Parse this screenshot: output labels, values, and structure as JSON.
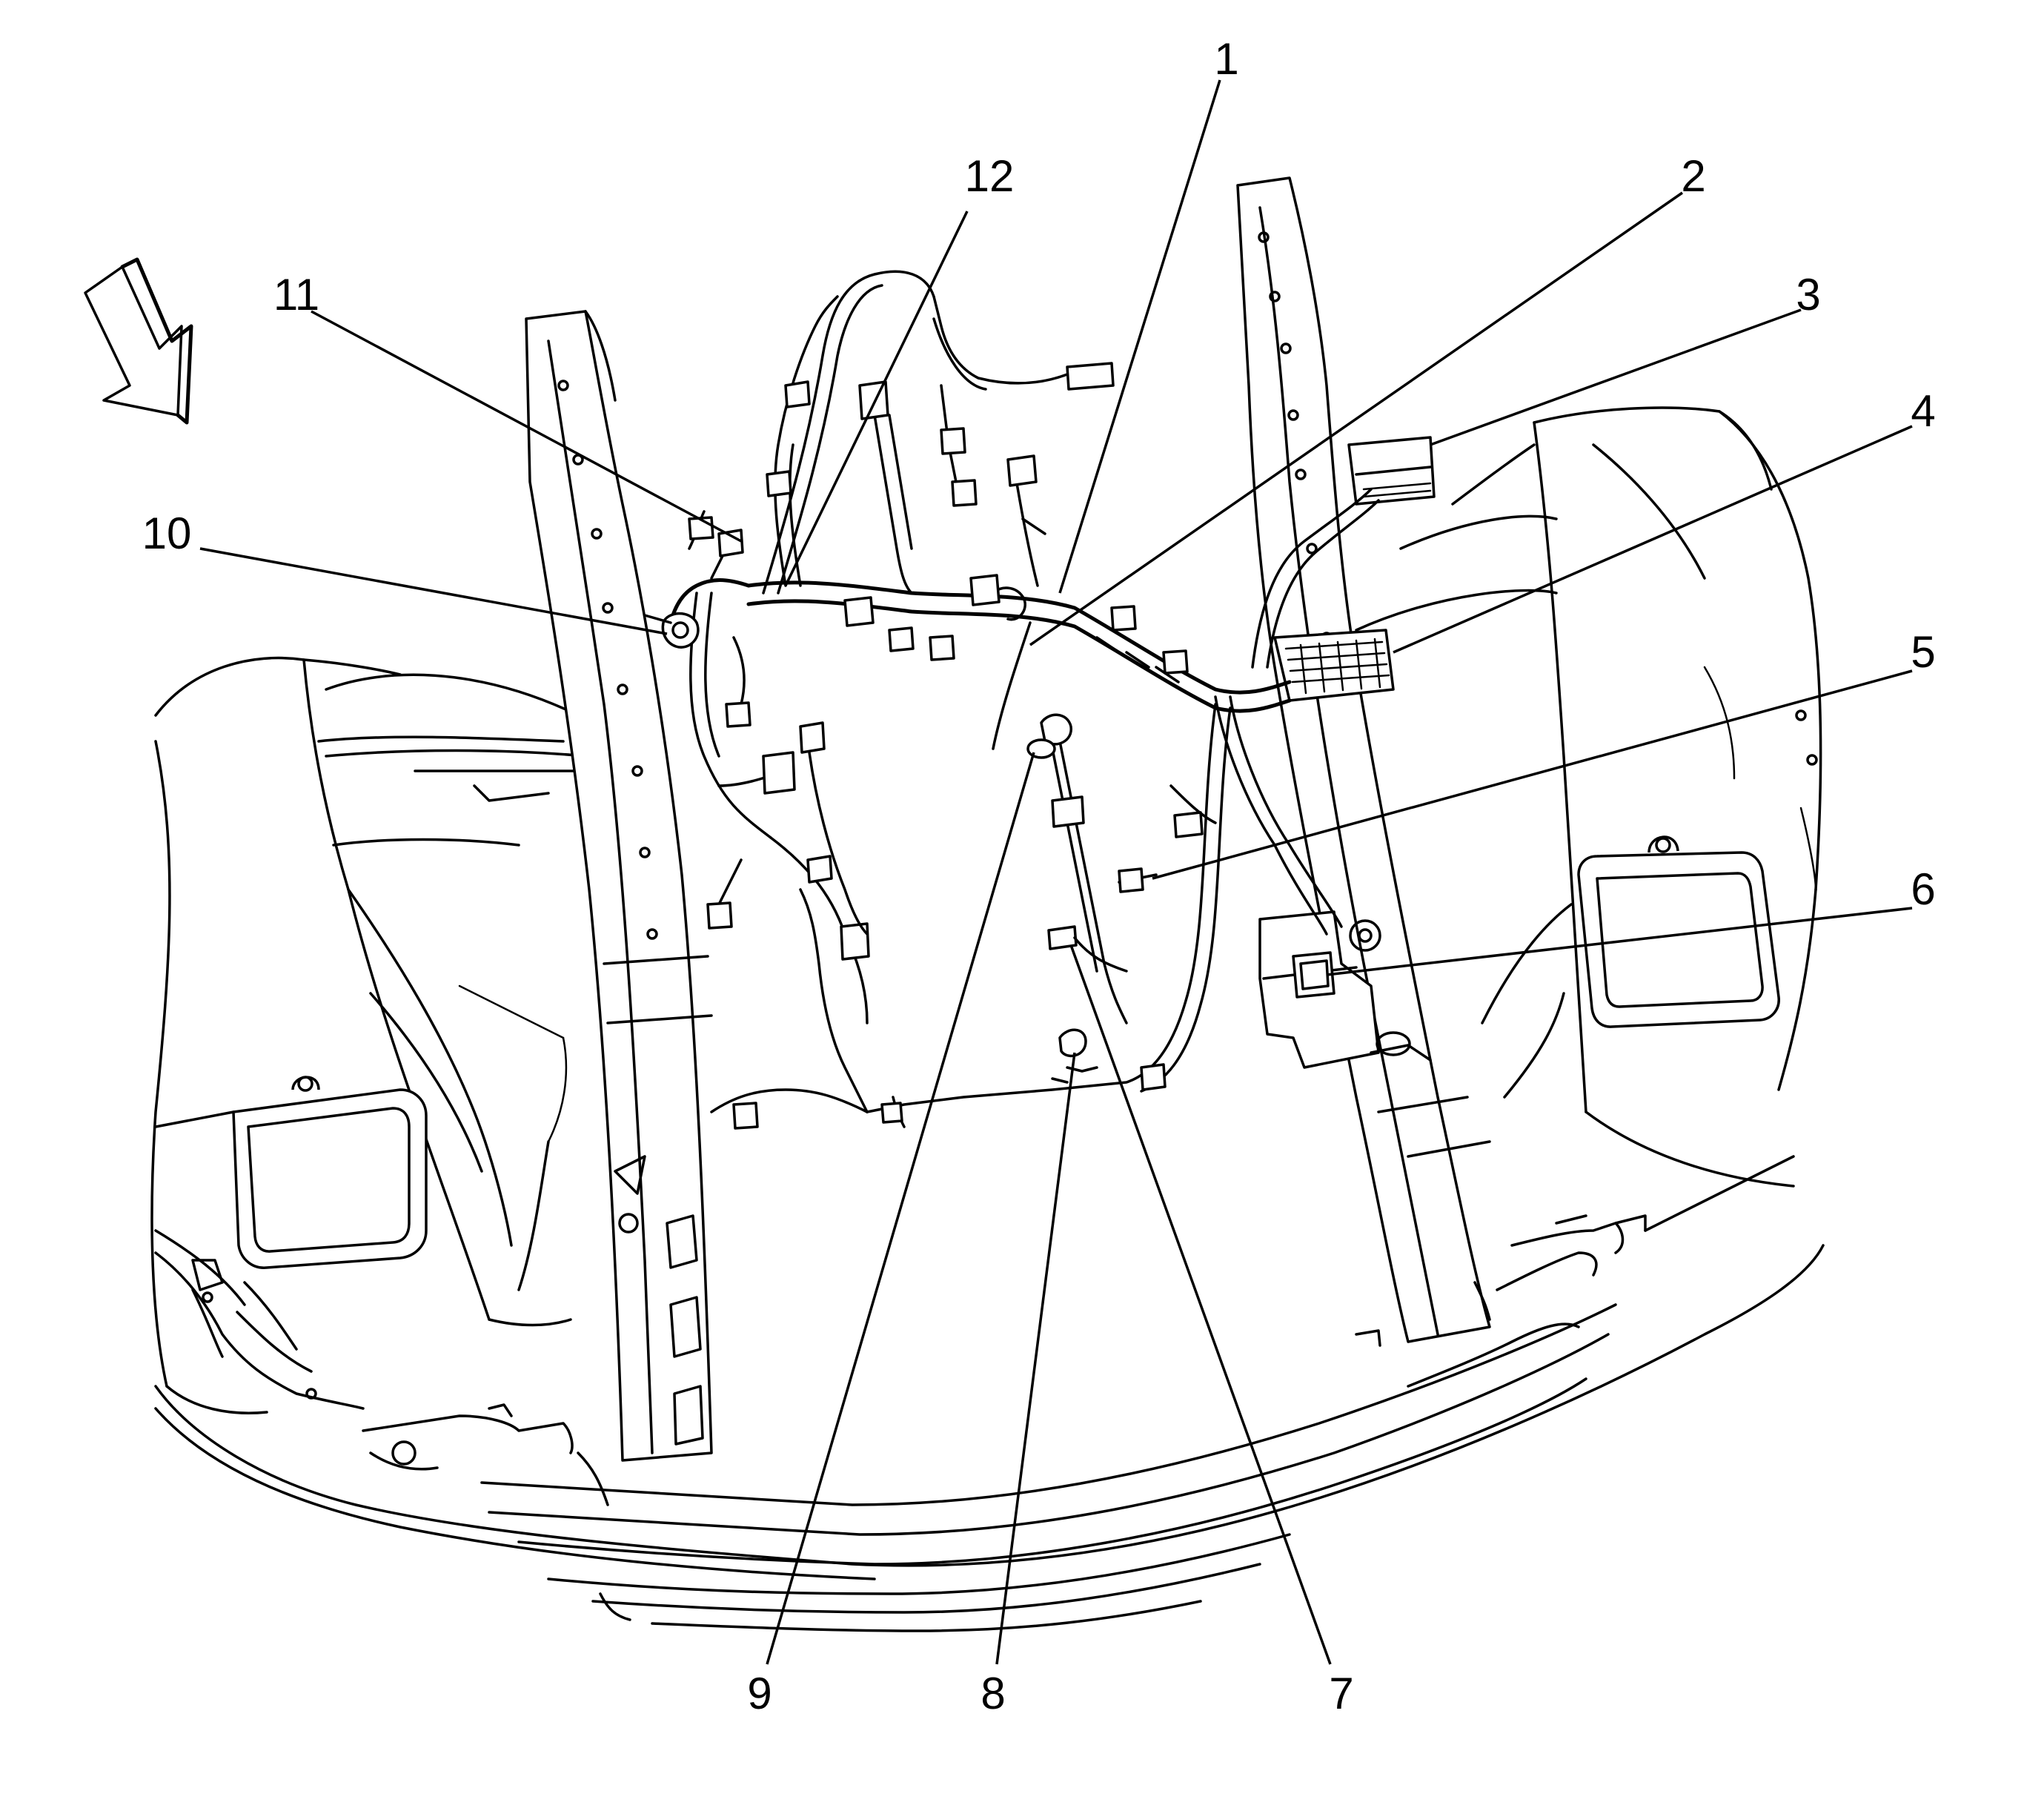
{
  "callouts": [
    {
      "id": "1",
      "label": "1"
    },
    {
      "id": "2",
      "label": "2"
    },
    {
      "id": "3",
      "label": "3"
    },
    {
      "id": "4",
      "label": "4"
    },
    {
      "id": "5",
      "label": "5"
    },
    {
      "id": "6",
      "label": "6"
    },
    {
      "id": "7",
      "label": "7"
    },
    {
      "id": "8",
      "label": "8"
    },
    {
      "id": "9",
      "label": "9"
    },
    {
      "id": "10",
      "label": "10"
    },
    {
      "id": "11",
      "label": "11"
    },
    {
      "id": "12",
      "label": "12"
    }
  ],
  "icons": {
    "view_arrow": "view-direction-arrow-icon"
  }
}
